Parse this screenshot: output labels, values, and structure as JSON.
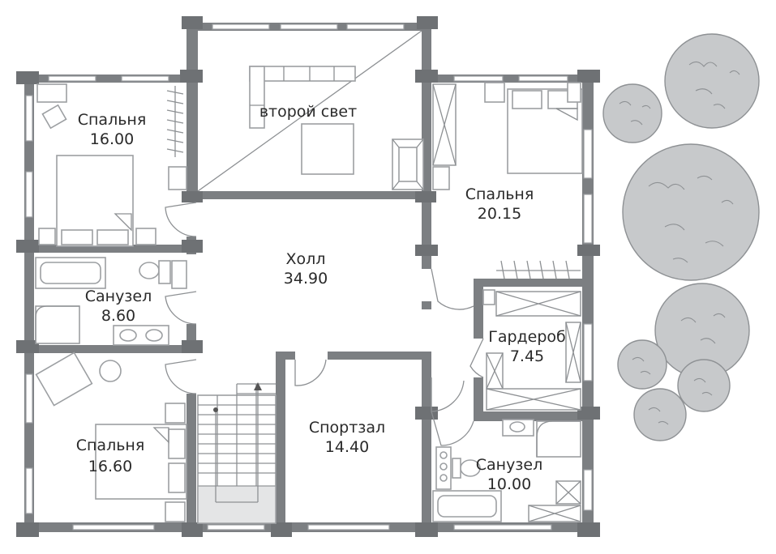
{
  "plan": {
    "rooms": [
      {
        "id": "bedroom-nw",
        "name": "Спальня",
        "area": "16.00"
      },
      {
        "id": "second-light",
        "name": "второй свет",
        "area": ""
      },
      {
        "id": "bedroom-ne",
        "name": "Спальня",
        "area": "20.15"
      },
      {
        "id": "hall",
        "name": "Холл",
        "area": "34.90"
      },
      {
        "id": "bathroom-w",
        "name": "Санузел",
        "area": "8.60"
      },
      {
        "id": "wardrobe",
        "name": "Гардероб",
        "area": "7.45"
      },
      {
        "id": "bedroom-sw",
        "name": "Спальня",
        "area": "16.60"
      },
      {
        "id": "gym",
        "name": "Спортзал",
        "area": "14.40"
      },
      {
        "id": "bathroom-e",
        "name": "Санузел",
        "area": "10.00"
      }
    ]
  },
  "colors": {
    "wall": "#7c7f82",
    "tree_fill": "#c7c9cb",
    "stair_landing": "#e4e5e6"
  }
}
